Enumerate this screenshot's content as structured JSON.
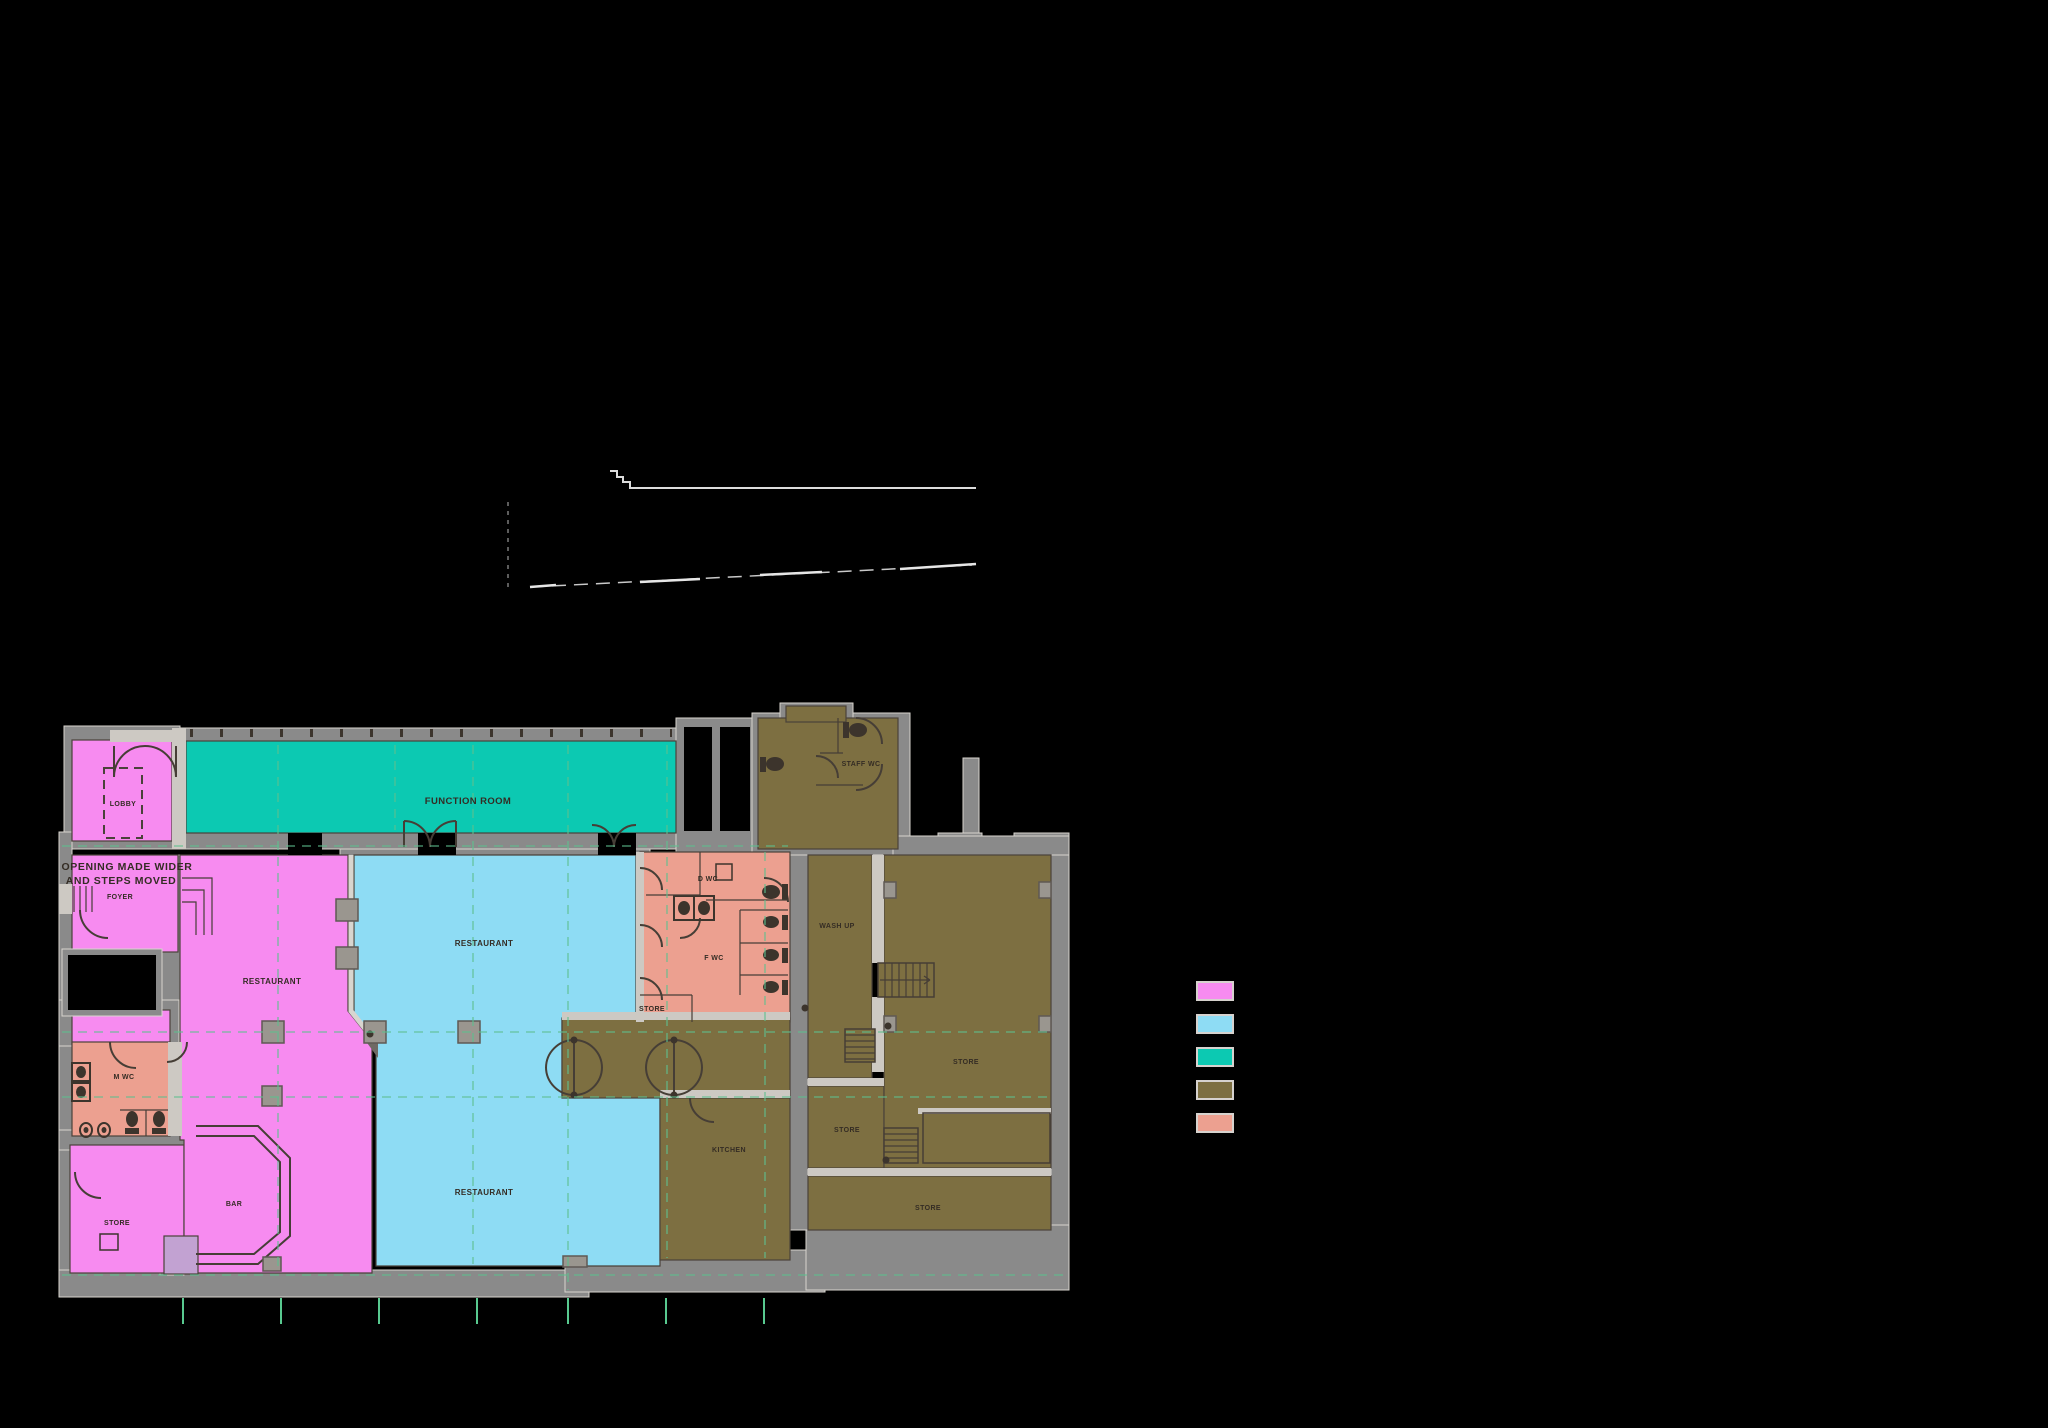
{
  "palette": {
    "background": "#000000",
    "wall_gray": "#8a8a8a",
    "wall_light": "#cdc9c3",
    "pink": "#f78bf0",
    "blue": "#8edcf4",
    "teal": "#0cc9b2",
    "olive": "#7d6f41",
    "salmon": "#eca090",
    "mauve": "#c2a2d2",
    "grid_green": "#5ec08f",
    "section_line_white": "#dcdcdc",
    "drawing_line": "#463e36"
  },
  "rooms": {
    "lobby": "LOBBY",
    "function_room": "FUNCTION ROOM",
    "foyer": "FOYER",
    "restaurant_pink": "RESTAURANT",
    "restaurant_blue_upper": "RESTAURANT",
    "restaurant_blue_lower": "RESTAURANT",
    "staff_wc": "STAFF WC",
    "disabled_wc": "D WC",
    "female_wc": "F WC",
    "male_wc": "M WC",
    "bar": "BAR",
    "kitchen": "KITCHEN",
    "wash_up": "WASH UP",
    "store_southwest": "STORE",
    "store_wc_block": "STORE",
    "store_east": "STORE",
    "store_middle": "STORE",
    "store_south": "STORE"
  },
  "annotations": {
    "opening_note_line1": "OPENING MADE WIDER",
    "opening_note_line2": "AND STEPS MOVED"
  },
  "legend": {
    "colors": [
      "#f78bf0",
      "#8edcf4",
      "#0cc9b2",
      "#7d6f41",
      "#eca090"
    ]
  }
}
